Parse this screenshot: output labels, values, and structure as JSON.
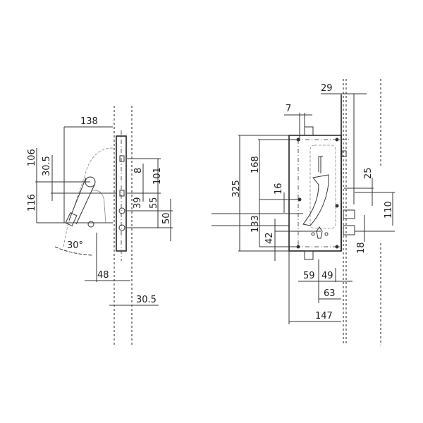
{
  "title": "Lock dimension drawing",
  "left_view": {
    "dims": {
      "width_138": "138",
      "h_106": "106",
      "h_30_5": "30.5",
      "h_116": "116",
      "h_8": "8",
      "h_101": "101",
      "h_39": "39",
      "h_55": "55",
      "h_50": "50",
      "angle": "30°",
      "w_48": "48",
      "w_30_5": "30.5"
    }
  },
  "right_view": {
    "dims": {
      "w_29": "29",
      "w_7": "7",
      "h_325": "325",
      "h_168": "168",
      "h_16": "16",
      "h_133": "133",
      "h_42": "42",
      "h_25": "25",
      "h_110": "110",
      "h_18": "18",
      "w_59": "59",
      "w_49": "49",
      "w_63": "63",
      "w_147": "147"
    }
  }
}
